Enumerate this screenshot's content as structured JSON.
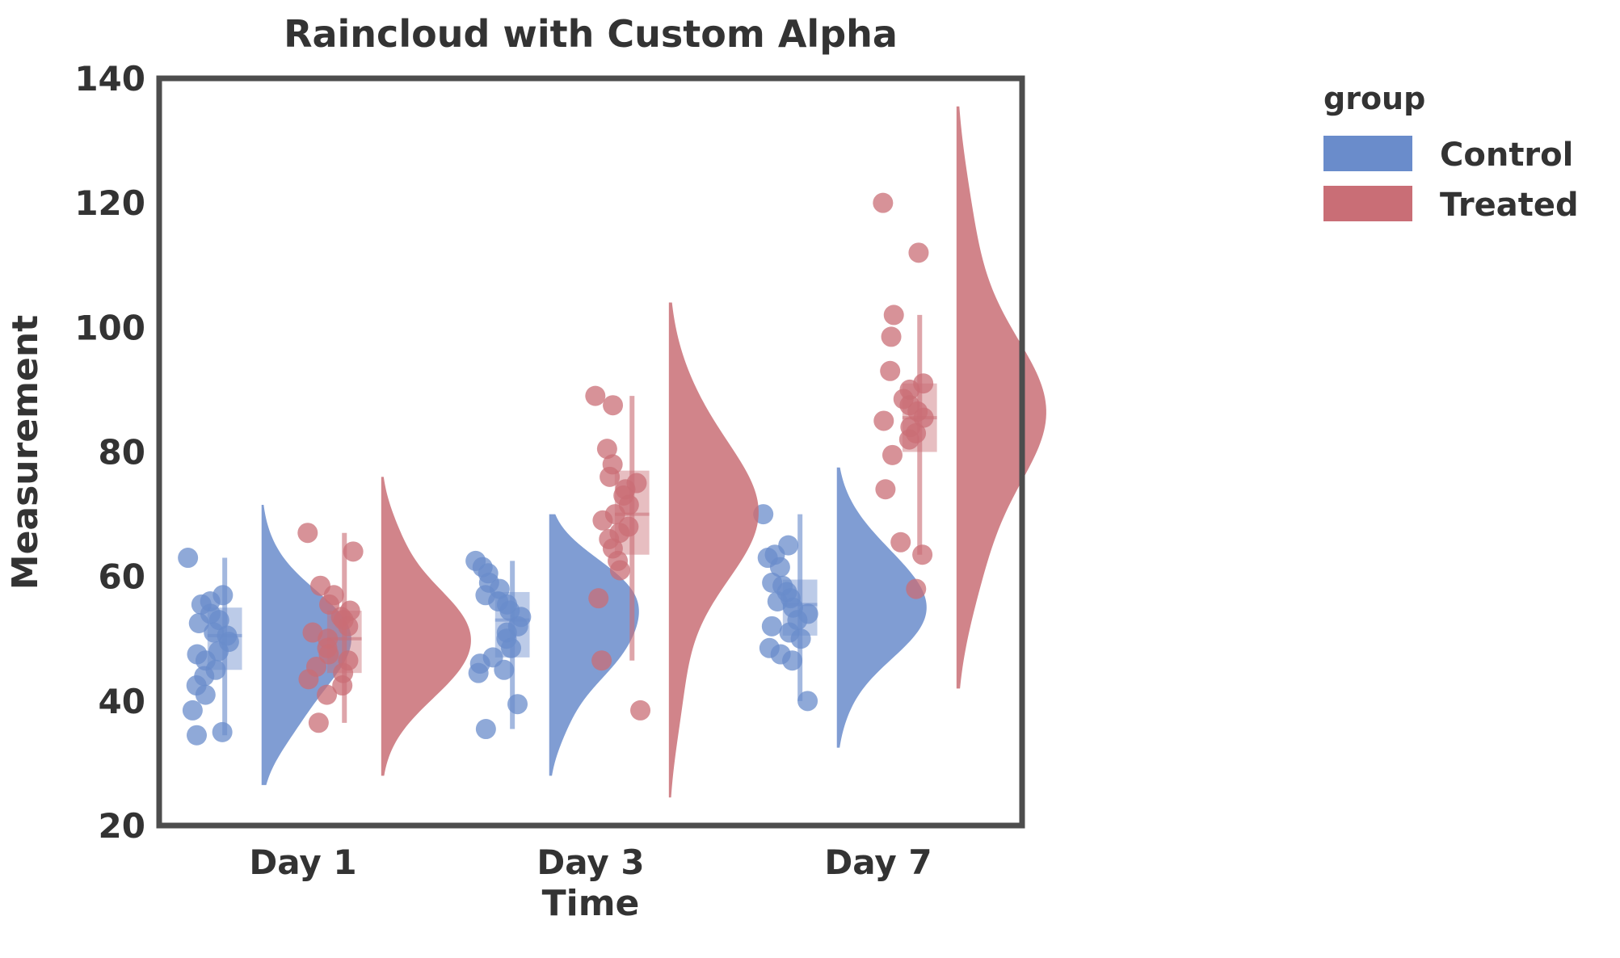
{
  "chart_data": {
    "type": "raincloud",
    "title": "Raincloud with Custom Alpha",
    "xlabel": "Time",
    "ylabel": "Measurement",
    "legend_title": "group",
    "legend_position": "right",
    "grid": false,
    "categories": [
      "Day 1",
      "Day 3",
      "Day 7"
    ],
    "ylim": [
      20,
      140
    ],
    "yticks": [
      20,
      40,
      60,
      80,
      100,
      120,
      140
    ],
    "ytick_labels": [
      "20",
      "40",
      "60",
      "80",
      "100",
      "120",
      "140"
    ],
    "colors": {
      "Control": "#6a8ccb",
      "Treated": "#c96e76",
      "axis": "#4d4d4d",
      "text": "#333333",
      "background": "#ffffff"
    },
    "alpha": {
      "violin": 0.85,
      "box": 0.45,
      "points": 0.75
    },
    "series": [
      {
        "name": "Control",
        "color": "#6a8ccb",
        "groups": [
          {
            "category": "Day 1",
            "points": [
              63.0,
              57.0,
              55.5,
              54.0,
              53.0,
              52.5,
              51.0,
              50.5,
              49.5,
              48.0,
              47.5,
              46.5,
              45.0,
              44.0,
              42.5,
              41.0,
              38.5,
              35.0,
              34.5,
              56.0
            ],
            "box": {
              "min": 34.5,
              "q1": 45.0,
              "median": 50.5,
              "q3": 55.0,
              "max": 63.0
            },
            "violin": {
              "min": 26.5,
              "max": 71.5,
              "peak": 49.0
            }
          },
          {
            "category": "Day 3",
            "points": [
              62.5,
              61.5,
              60.5,
              59.0,
              58.0,
              57.0,
              56.0,
              55.5,
              54.5,
              53.5,
              52.0,
              51.0,
              50.0,
              48.5,
              47.0,
              46.0,
              45.0,
              44.5,
              39.5,
              35.5
            ],
            "box": {
              "min": 35.5,
              "q1": 47.0,
              "median": 53.0,
              "q3": 57.5,
              "max": 62.5
            },
            "violin": {
              "min": 28.0,
              "max": 70.0,
              "peak": 54.0
            }
          },
          {
            "category": "Day 7",
            "points": [
              70.0,
              65.0,
              63.5,
              63.0,
              61.5,
              59.0,
              58.5,
              57.5,
              56.5,
              56.0,
              55.0,
              54.0,
              53.0,
              52.0,
              51.0,
              50.0,
              48.5,
              47.5,
              46.5,
              40.0
            ],
            "box": {
              "min": 40.0,
              "q1": 50.5,
              "median": 55.5,
              "q3": 59.5,
              "max": 70.0
            },
            "violin": {
              "min": 32.5,
              "max": 77.5,
              "peak": 56.0
            }
          }
        ]
      },
      {
        "name": "Treated",
        "color": "#c96e76",
        "groups": [
          {
            "category": "Day 1",
            "points": [
              67.0,
              64.0,
              58.5,
              57.0,
              55.5,
              54.5,
              53.5,
              53.0,
              52.0,
              51.0,
              50.0,
              48.5,
              47.5,
              46.5,
              45.5,
              44.5,
              43.5,
              42.5,
              41.0,
              36.5
            ],
            "box": {
              "min": 36.5,
              "q1": 44.5,
              "median": 50.0,
              "q3": 54.5,
              "max": 67.0
            },
            "violin": {
              "min": 28.0,
              "max": 76.0,
              "peak": 50.5
            }
          },
          {
            "category": "Day 3",
            "points": [
              89.0,
              87.5,
              80.5,
              78.0,
              76.0,
              75.0,
              74.0,
              73.0,
              71.5,
              70.0,
              69.0,
              68.0,
              67.0,
              66.0,
              64.5,
              62.5,
              61.0,
              56.5,
              46.5,
              38.5
            ],
            "box": {
              "min": 46.5,
              "q1": 63.5,
              "median": 70.0,
              "q3": 77.0,
              "max": 89.0
            },
            "violin": {
              "min": 24.5,
              "max": 104.0,
              "peak": 72.0
            }
          },
          {
            "category": "Day 7",
            "points": [
              120.0,
              112.0,
              102.0,
              98.5,
              93.0,
              91.0,
              90.0,
              88.5,
              87.5,
              86.5,
              85.5,
              85.0,
              84.0,
              83.0,
              82.0,
              79.5,
              74.0,
              65.5,
              63.5,
              58.0
            ],
            "box": {
              "min": 63.5,
              "q1": 80.0,
              "median": 85.5,
              "q3": 91.0,
              "max": 102.0
            },
            "violin": {
              "min": 42.0,
              "max": 135.5,
              "peak": 86.0
            }
          }
        ]
      }
    ]
  },
  "axes": {
    "title": "Raincloud with Custom Alpha",
    "y_label": "Measurement",
    "x_label": "Time",
    "y_ticks": [
      "140",
      "120",
      "100",
      "80",
      "60",
      "40",
      "20"
    ],
    "x_ticks": [
      "Day 1",
      "Day 3",
      "Day 7"
    ]
  },
  "legend": {
    "title": "group",
    "entries": [
      {
        "label": "Control",
        "color": "#6a8ccb"
      },
      {
        "label": "Treated",
        "color": "#c96e76"
      }
    ]
  }
}
